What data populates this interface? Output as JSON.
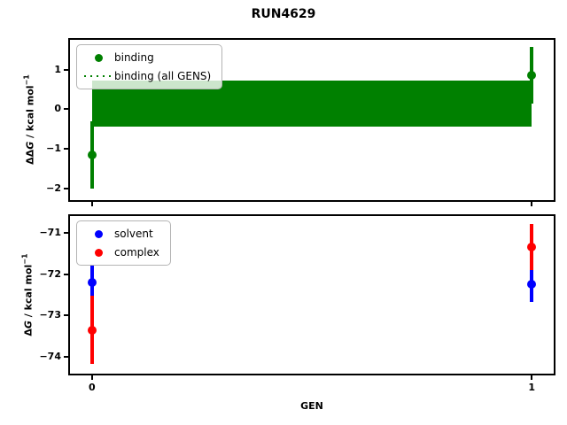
{
  "title": "RUN4629",
  "xlabel": "GEN",
  "chart_data": [
    {
      "type": "scatter",
      "name": "binding-free-energy-plot",
      "ylabel": {
        "prefix": "ΔΔ",
        "var": "G",
        "unit": " / kcal mol",
        "sup": "−1"
      },
      "xlim": [
        -0.05,
        1.05
      ],
      "ylim": [
        -2.3,
        1.75
      ],
      "grid": false,
      "legend_position": "upper-left",
      "yticks": [
        {
          "v": 1,
          "label": "1"
        },
        {
          "v": 0,
          "label": "0"
        },
        {
          "v": -1,
          "label": "−1"
        },
        {
          "v": -2,
          "label": "−2"
        }
      ],
      "xticks": [
        {
          "v": 0,
          "label": "0"
        },
        {
          "v": 1,
          "label": "1"
        }
      ],
      "show_xtick_labels": false,
      "band": {
        "label": "binding (all GENS)",
        "x": [
          0,
          1
        ],
        "center": 0.15,
        "top": 0.73,
        "bottom": -0.44,
        "color": "#008000",
        "line_style": "dotted"
      },
      "series": [
        {
          "name": "binding",
          "color": "#008000",
          "points": [
            {
              "x": 0,
              "y": -1.15,
              "yerr": 0.85
            },
            {
              "x": 1,
              "y": 0.85,
              "yerr": 0.72
            }
          ]
        }
      ],
      "legend": [
        {
          "label": "binding",
          "marker": "dot",
          "color": "#008000"
        },
        {
          "label": "binding (all GENS)",
          "marker": "dotted-line",
          "color": "#008000"
        }
      ]
    },
    {
      "type": "scatter",
      "name": "absolute-free-energy-plot",
      "ylabel": {
        "prefix": "Δ",
        "var": "G",
        "unit": " / kcal mol",
        "sup": "−1"
      },
      "xlim": [
        -0.05,
        1.05
      ],
      "ylim": [
        -74.4,
        -70.6
      ],
      "grid": false,
      "legend_position": "upper-left",
      "yticks": [
        {
          "v": -71,
          "label": "−71"
        },
        {
          "v": -72,
          "label": "−72"
        },
        {
          "v": -73,
          "label": "−73"
        },
        {
          "v": -74,
          "label": "−74"
        }
      ],
      "xticks": [
        {
          "v": 0,
          "label": "0"
        },
        {
          "v": 1,
          "label": "1"
        }
      ],
      "show_xtick_labels": true,
      "series": [
        {
          "name": "solvent",
          "color": "#0000ff",
          "points": [
            {
              "x": 0,
              "y": -72.2,
              "yerr": 0.4
            },
            {
              "x": 1,
              "y": -72.25,
              "yerr": 0.42
            }
          ]
        },
        {
          "name": "complex",
          "color": "#ff0000",
          "points": [
            {
              "x": 0,
              "y": -73.35,
              "yerr": 0.82
            },
            {
              "x": 1,
              "y": -71.35,
              "yerr": 0.55
            }
          ]
        }
      ],
      "legend": [
        {
          "label": "solvent",
          "marker": "dot",
          "color": "#0000ff"
        },
        {
          "label": "complex",
          "marker": "dot",
          "color": "#ff0000"
        }
      ]
    }
  ]
}
